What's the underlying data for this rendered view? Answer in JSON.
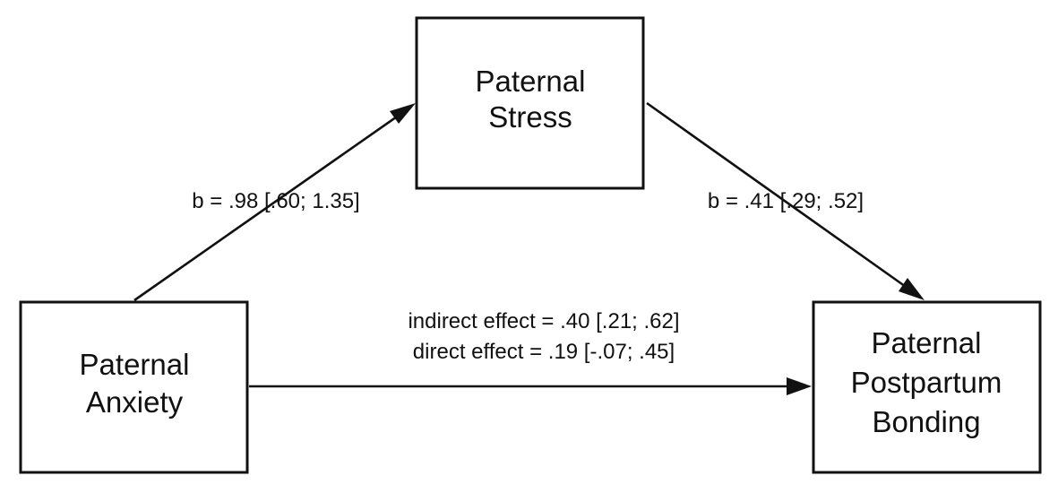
{
  "nodes": {
    "stress": {
      "line1": "Paternal",
      "line2": "Stress"
    },
    "anxiety": {
      "line1": "Paternal",
      "line2": "Anxiety"
    },
    "bonding": {
      "line1": "Paternal",
      "line2": "Postpartum",
      "line3": "Bonding"
    }
  },
  "edges": {
    "anxiety_to_stress": {
      "label": "b = .98 [.60; 1.35]"
    },
    "stress_to_bonding": {
      "label": "b = .41 [.29; .52]"
    },
    "anxiety_to_bonding": {
      "indirect": "indirect effect = .40 [.21; .62]",
      "direct": "direct effect = .19 [-.07; .45]"
    }
  },
  "colors": {
    "stroke": "#111111",
    "background": "#ffffff"
  }
}
